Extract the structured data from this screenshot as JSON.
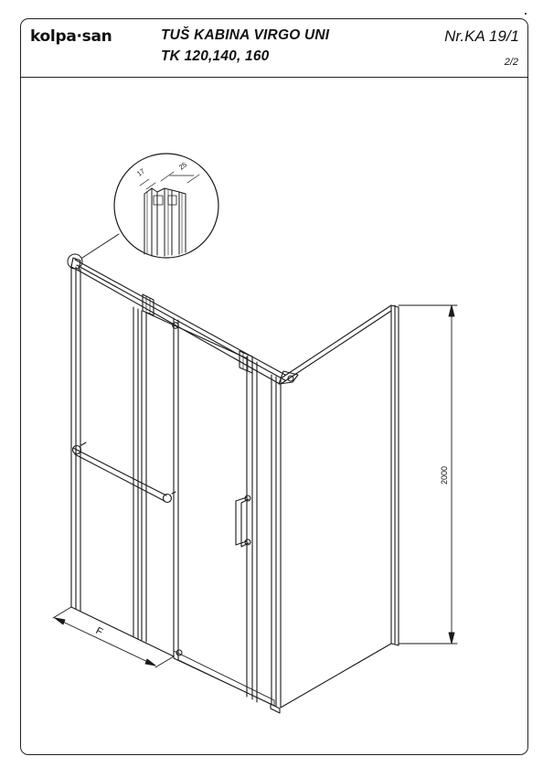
{
  "header": {
    "logo": "kolpa·san",
    "title_line1": "TUŠ KABINA VIRGO UNI",
    "title_line2": "TK 120,140, 160",
    "doc_number": "Nr.KA 19/1",
    "sheet": "2/2"
  },
  "drawing": {
    "detail_dim_a": "17",
    "detail_dim_b": "25",
    "height_dimension": "2000",
    "width_label": "F"
  }
}
